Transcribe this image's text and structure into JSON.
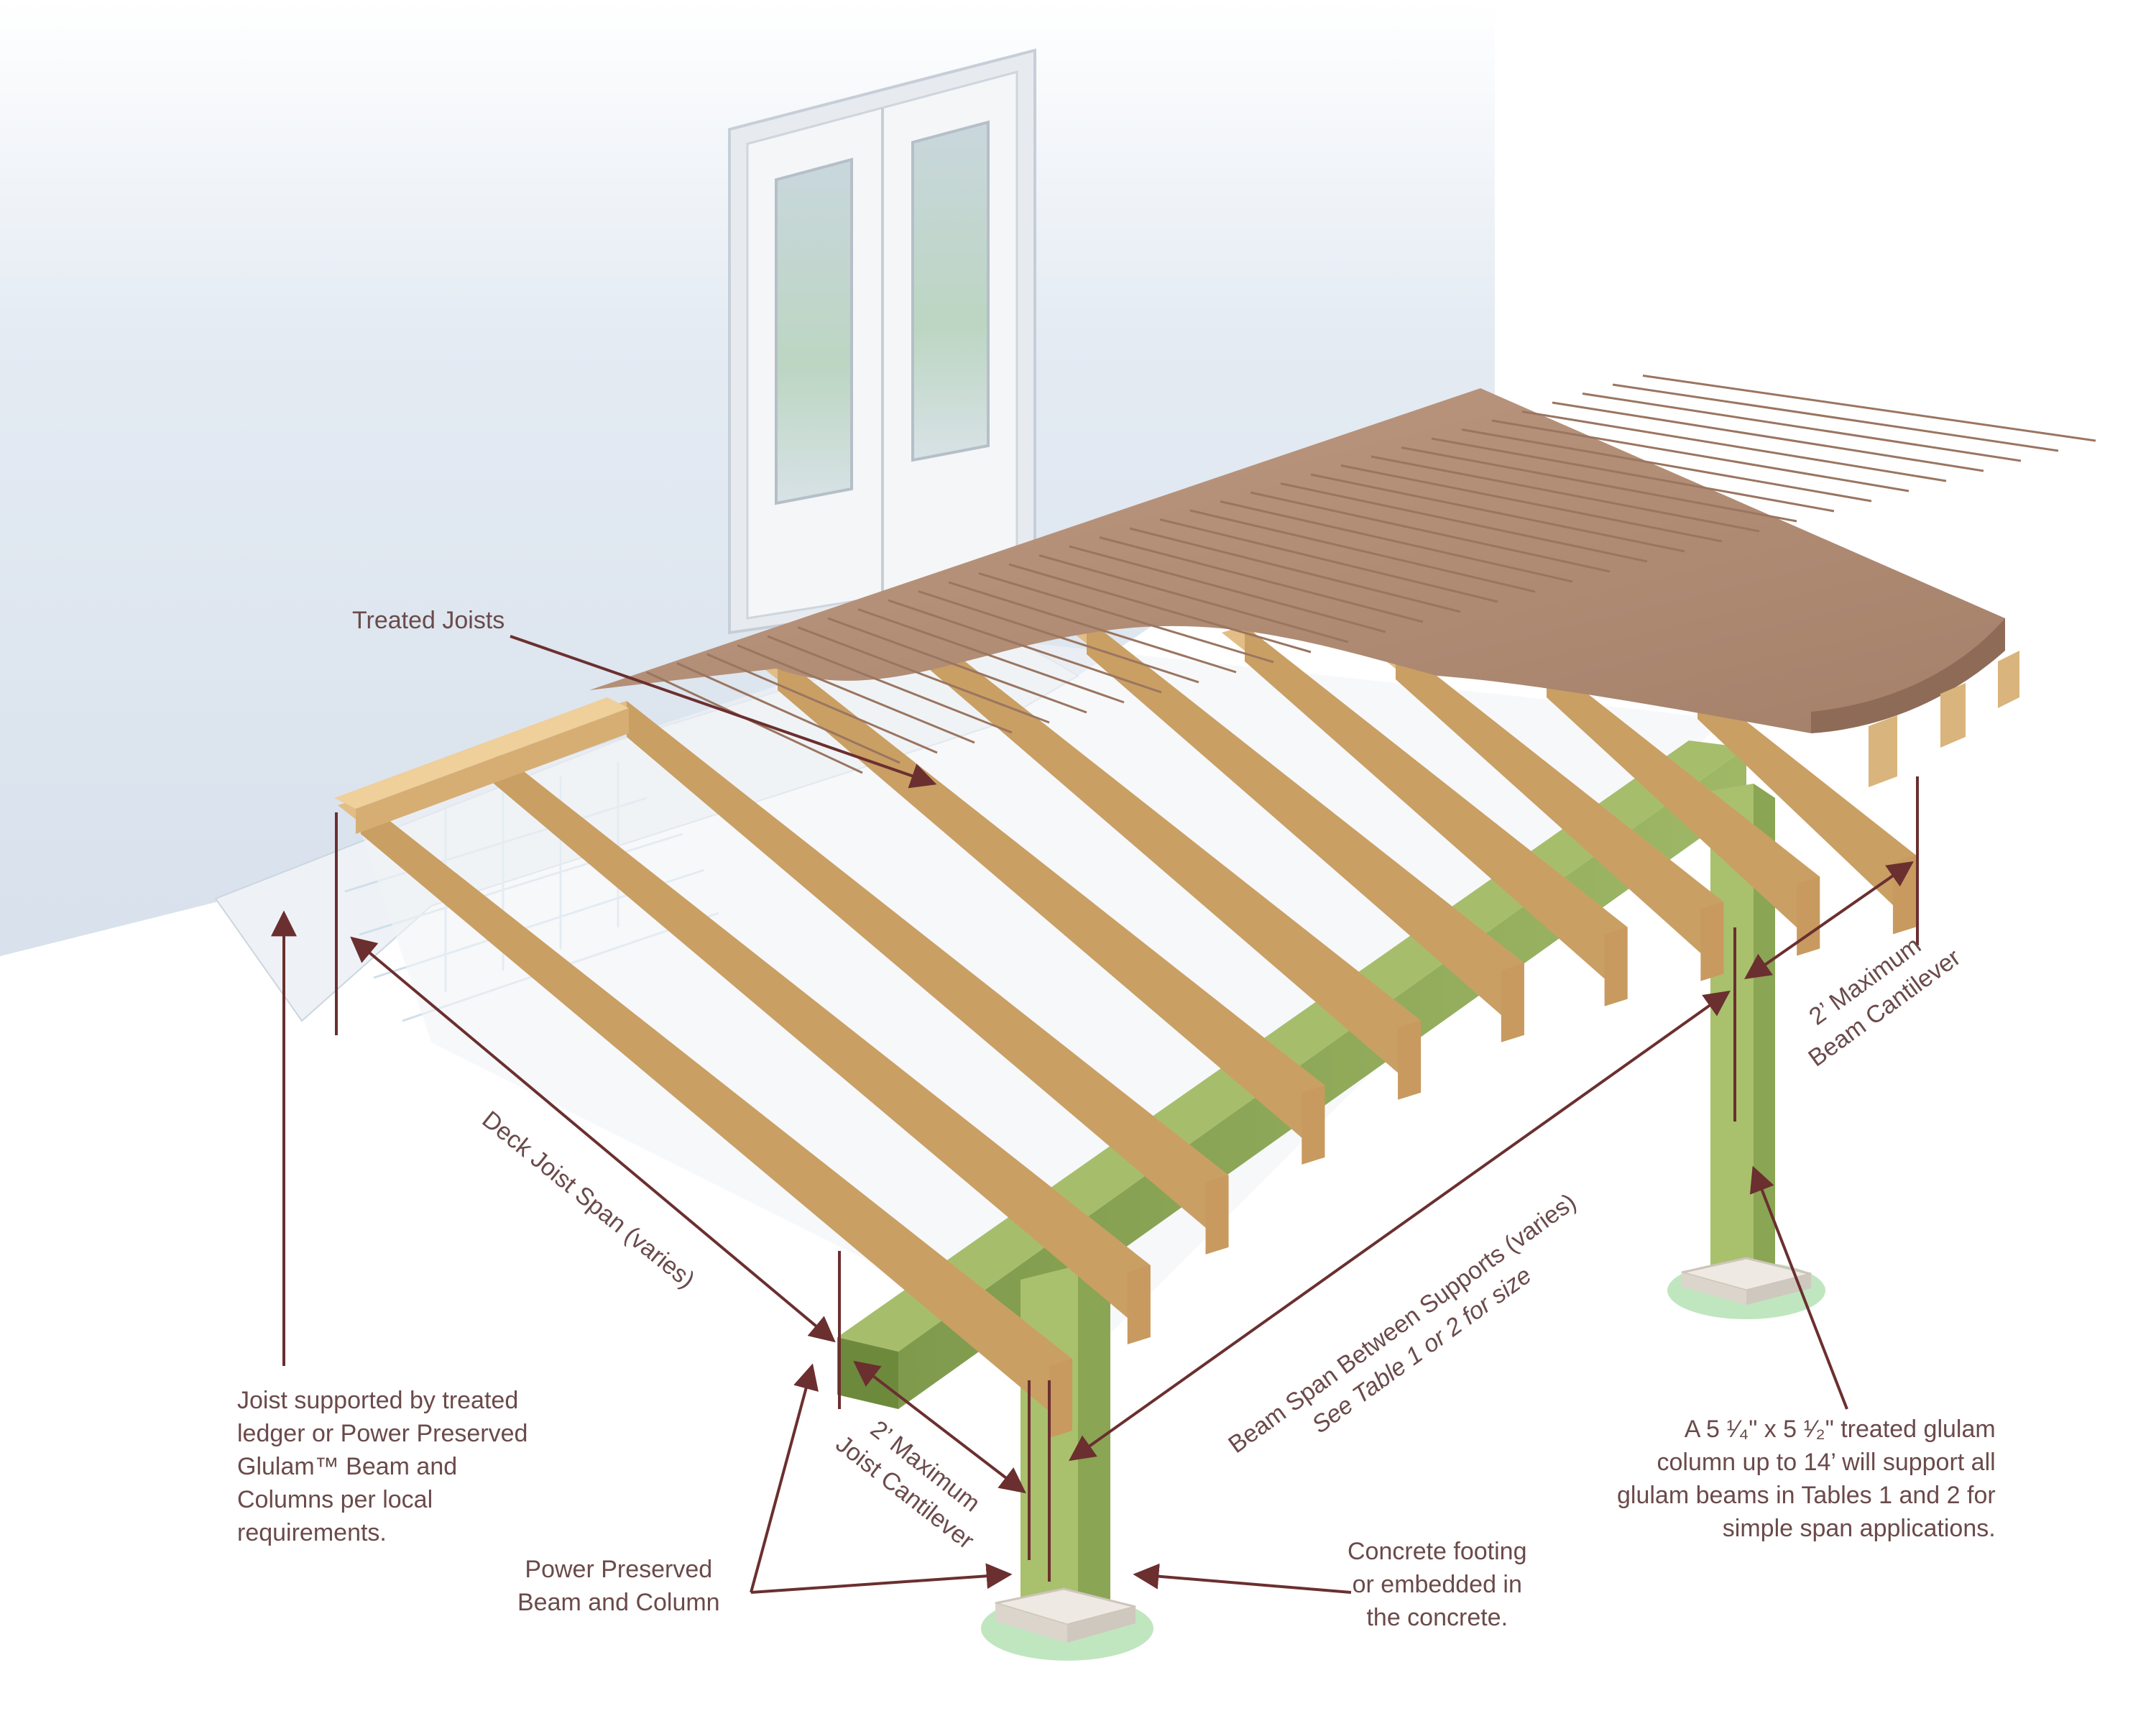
{
  "colors": {
    "wall": "#cfd9e6",
    "door_frame": "#e9ecf1",
    "door_glass": "#b9d3c0",
    "decking": "#b08a72",
    "decking_lines": "#8e6b57",
    "joist": "#e3bd86",
    "joist_shade": "#c99f64",
    "beam": "#8fa85a",
    "beam_shade": "#6f8a3f",
    "footing": "#e7e2dc",
    "grass": "#7fc27a",
    "annotation": "#6b4a4a",
    "arrow": "#6b2f2f"
  },
  "labels": {
    "treated_joists": "Treated Joists",
    "deck_joist_span": "Deck Joist Span (varies)",
    "joist_supported": [
      "Joist supported by treated",
      "ledger or Power Preserved",
      "Glulam™ Beam and",
      "Columns per local",
      "requirements."
    ],
    "power_preserved": [
      "Power Preserved",
      "Beam and Column"
    ],
    "joist_cantilever": [
      "2’ Maximum",
      "Joist Cantilever"
    ],
    "beam_span": [
      "Beam Span Between Supports (varies)",
      "See Table 1 or 2 for size"
    ],
    "concrete_footing": [
      "Concrete footing",
      "or embedded in",
      "the concrete."
    ],
    "beam_cantilever": [
      "2’ Maximum",
      "Beam Cantilever"
    ],
    "glulam_column": [
      "A 5 ¹⁄₄\" x 5 ¹⁄₂\" treated glulam",
      "column up to 14’ will support all",
      "glulam beams in Tables 1 and 2 for",
      "simple span applications."
    ]
  }
}
